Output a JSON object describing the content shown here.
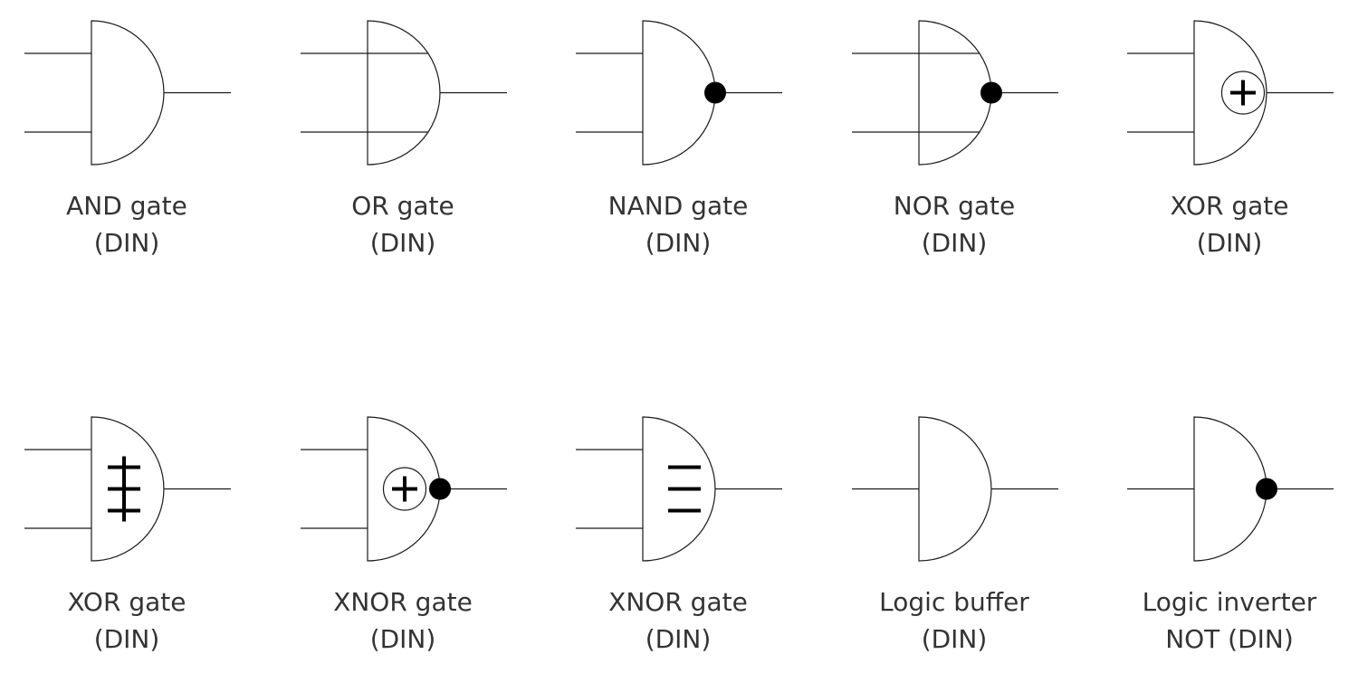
{
  "title": "DIN logic gate symbols",
  "colors": {
    "stroke": "#1a1a1a",
    "bubble": "#000000",
    "text": "#333333",
    "background": "#ffffff"
  },
  "gates": [
    {
      "id": "and",
      "label_line1": "AND gate",
      "label_line2": "(DIN)",
      "inputs": 2,
      "inputs_cross_body": false,
      "bubble": false,
      "symbol": "none"
    },
    {
      "id": "or",
      "label_line1": "OR gate",
      "label_line2": "(DIN)",
      "inputs": 2,
      "inputs_cross_body": true,
      "bubble": false,
      "symbol": "none"
    },
    {
      "id": "nand",
      "label_line1": "NAND gate",
      "label_line2": "(DIN)",
      "inputs": 2,
      "inputs_cross_body": false,
      "bubble": true,
      "symbol": "none"
    },
    {
      "id": "nor",
      "label_line1": "NOR gate",
      "label_line2": "(DIN)",
      "inputs": 2,
      "inputs_cross_body": true,
      "bubble": true,
      "symbol": "none"
    },
    {
      "id": "xor",
      "label_line1": "XOR gate",
      "label_line2": "(DIN)",
      "inputs": 2,
      "inputs_cross_body": false,
      "bubble": false,
      "symbol": "circled-plus"
    },
    {
      "id": "xor-alt",
      "label_line1": "XOR gate",
      "label_line2": "(DIN)",
      "inputs": 2,
      "inputs_cross_body": false,
      "bubble": false,
      "symbol": "triple-cross"
    },
    {
      "id": "xnor",
      "label_line1": "XNOR gate",
      "label_line2": "(DIN)",
      "inputs": 2,
      "inputs_cross_body": false,
      "bubble": true,
      "symbol": "circled-plus"
    },
    {
      "id": "xnor-alt",
      "label_line1": "XNOR gate",
      "label_line2": "(DIN)",
      "inputs": 2,
      "inputs_cross_body": false,
      "bubble": false,
      "symbol": "triple-bar"
    },
    {
      "id": "buffer",
      "label_line1": "Logic buffer",
      "label_line2": "(DIN)",
      "inputs": 1,
      "inputs_cross_body": false,
      "bubble": false,
      "symbol": "none"
    },
    {
      "id": "inverter",
      "label_line1": "Logic inverter",
      "label_line2": "NOT (DIN)",
      "inputs": 1,
      "inputs_cross_body": false,
      "bubble": true,
      "symbol": "none"
    }
  ]
}
